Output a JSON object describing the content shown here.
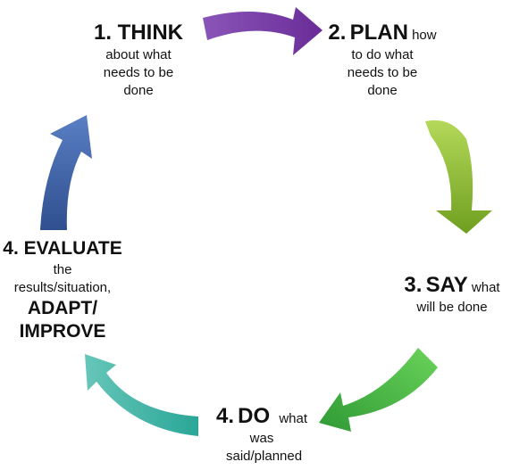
{
  "steps": [
    {
      "number": "1.",
      "keyword": "THINK",
      "rest_inline": "",
      "rest_block": "about what needs to be done"
    },
    {
      "number": "2.",
      "keyword": "PLAN",
      "rest_inline": "how",
      "rest_block": "to do what needs to be done"
    },
    {
      "number": "3.",
      "keyword": "SAY",
      "rest_inline": "what",
      "rest_block": "will be done"
    },
    {
      "number": "4.",
      "keyword": "DO",
      "rest_inline": "what",
      "rest_block": "was said/planned"
    },
    {
      "number": "4.",
      "keyword": "EVALUATE",
      "rest_inline": "",
      "rest_block": "the results/situation,",
      "emphasis_1": "ADAPT/",
      "emphasis_2": "IMPROVE"
    }
  ],
  "arrows": [
    {
      "name": "think-to-plan",
      "color": "#7b3fa8"
    },
    {
      "name": "plan-to-say",
      "color": "#8dbf2f"
    },
    {
      "name": "say-to-do",
      "color": "#3fae3f"
    },
    {
      "name": "do-to-evaluate",
      "color": "#3fb3a3"
    },
    {
      "name": "evaluate-to-think",
      "color": "#3b5ea8"
    }
  ]
}
